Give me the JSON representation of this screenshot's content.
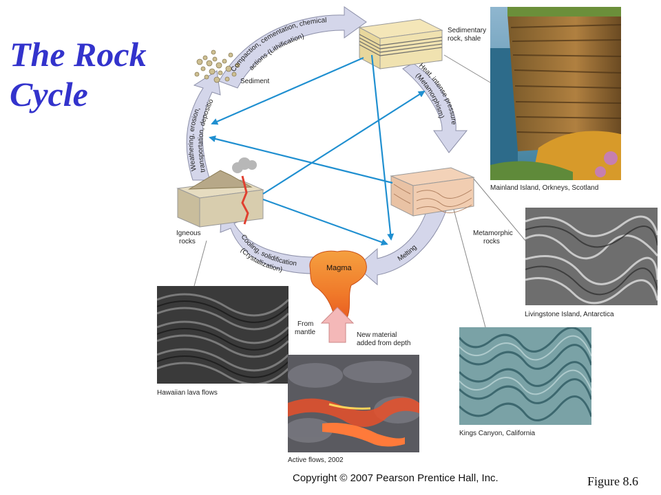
{
  "title": {
    "line1": "The Rock",
    "line2": "Cycle"
  },
  "nodes": {
    "sediment": "Sediment",
    "sedimentary": {
      "line1": "Sedimentary",
      "line2": "rock, shale"
    },
    "metamorphic": {
      "line1": "Metamorphic",
      "line2": "rocks"
    },
    "igneous": {
      "line1": "Igneous",
      "line2": "rocks"
    },
    "magma": "Magma",
    "from_mantle": {
      "line1": "From",
      "line2": "mantle"
    },
    "new_material": {
      "line1": "New material",
      "line2": "added from depth"
    }
  },
  "processes": {
    "lithification": {
      "line1": "Compaction, cementation, chemical",
      "line2": "actions (Lithification)"
    },
    "metamorphism": {
      "line1": "Heat, intense pressure",
      "line2": "(Metamorphism)"
    },
    "melting": "Melting",
    "crystallization": {
      "line1": "Cooling, solidification",
      "line2": "(Crystallization)"
    },
    "weathering": {
      "line1": "Weathering, erosion,",
      "line2": "transportation, deposition"
    }
  },
  "captions": {
    "orkneys": "Mainland Island, Orkneys, Scotland",
    "livingstone": "Livingstone Island, Antarctica",
    "kings_canyon": "Kings Canyon, California",
    "hawaiian": "Hawaiian lava flows",
    "active": "Active flows, 2002"
  },
  "footer": {
    "copyright": "Copyright © 2007 Pearson Prentice Hall, Inc.",
    "figure": "Figure 8.6"
  },
  "colors": {
    "title": "#3333cc",
    "cycle_arrow": "#d4d6ea",
    "shortcut_arrow": "#1f8fd0",
    "magma": "#f07a2a"
  }
}
